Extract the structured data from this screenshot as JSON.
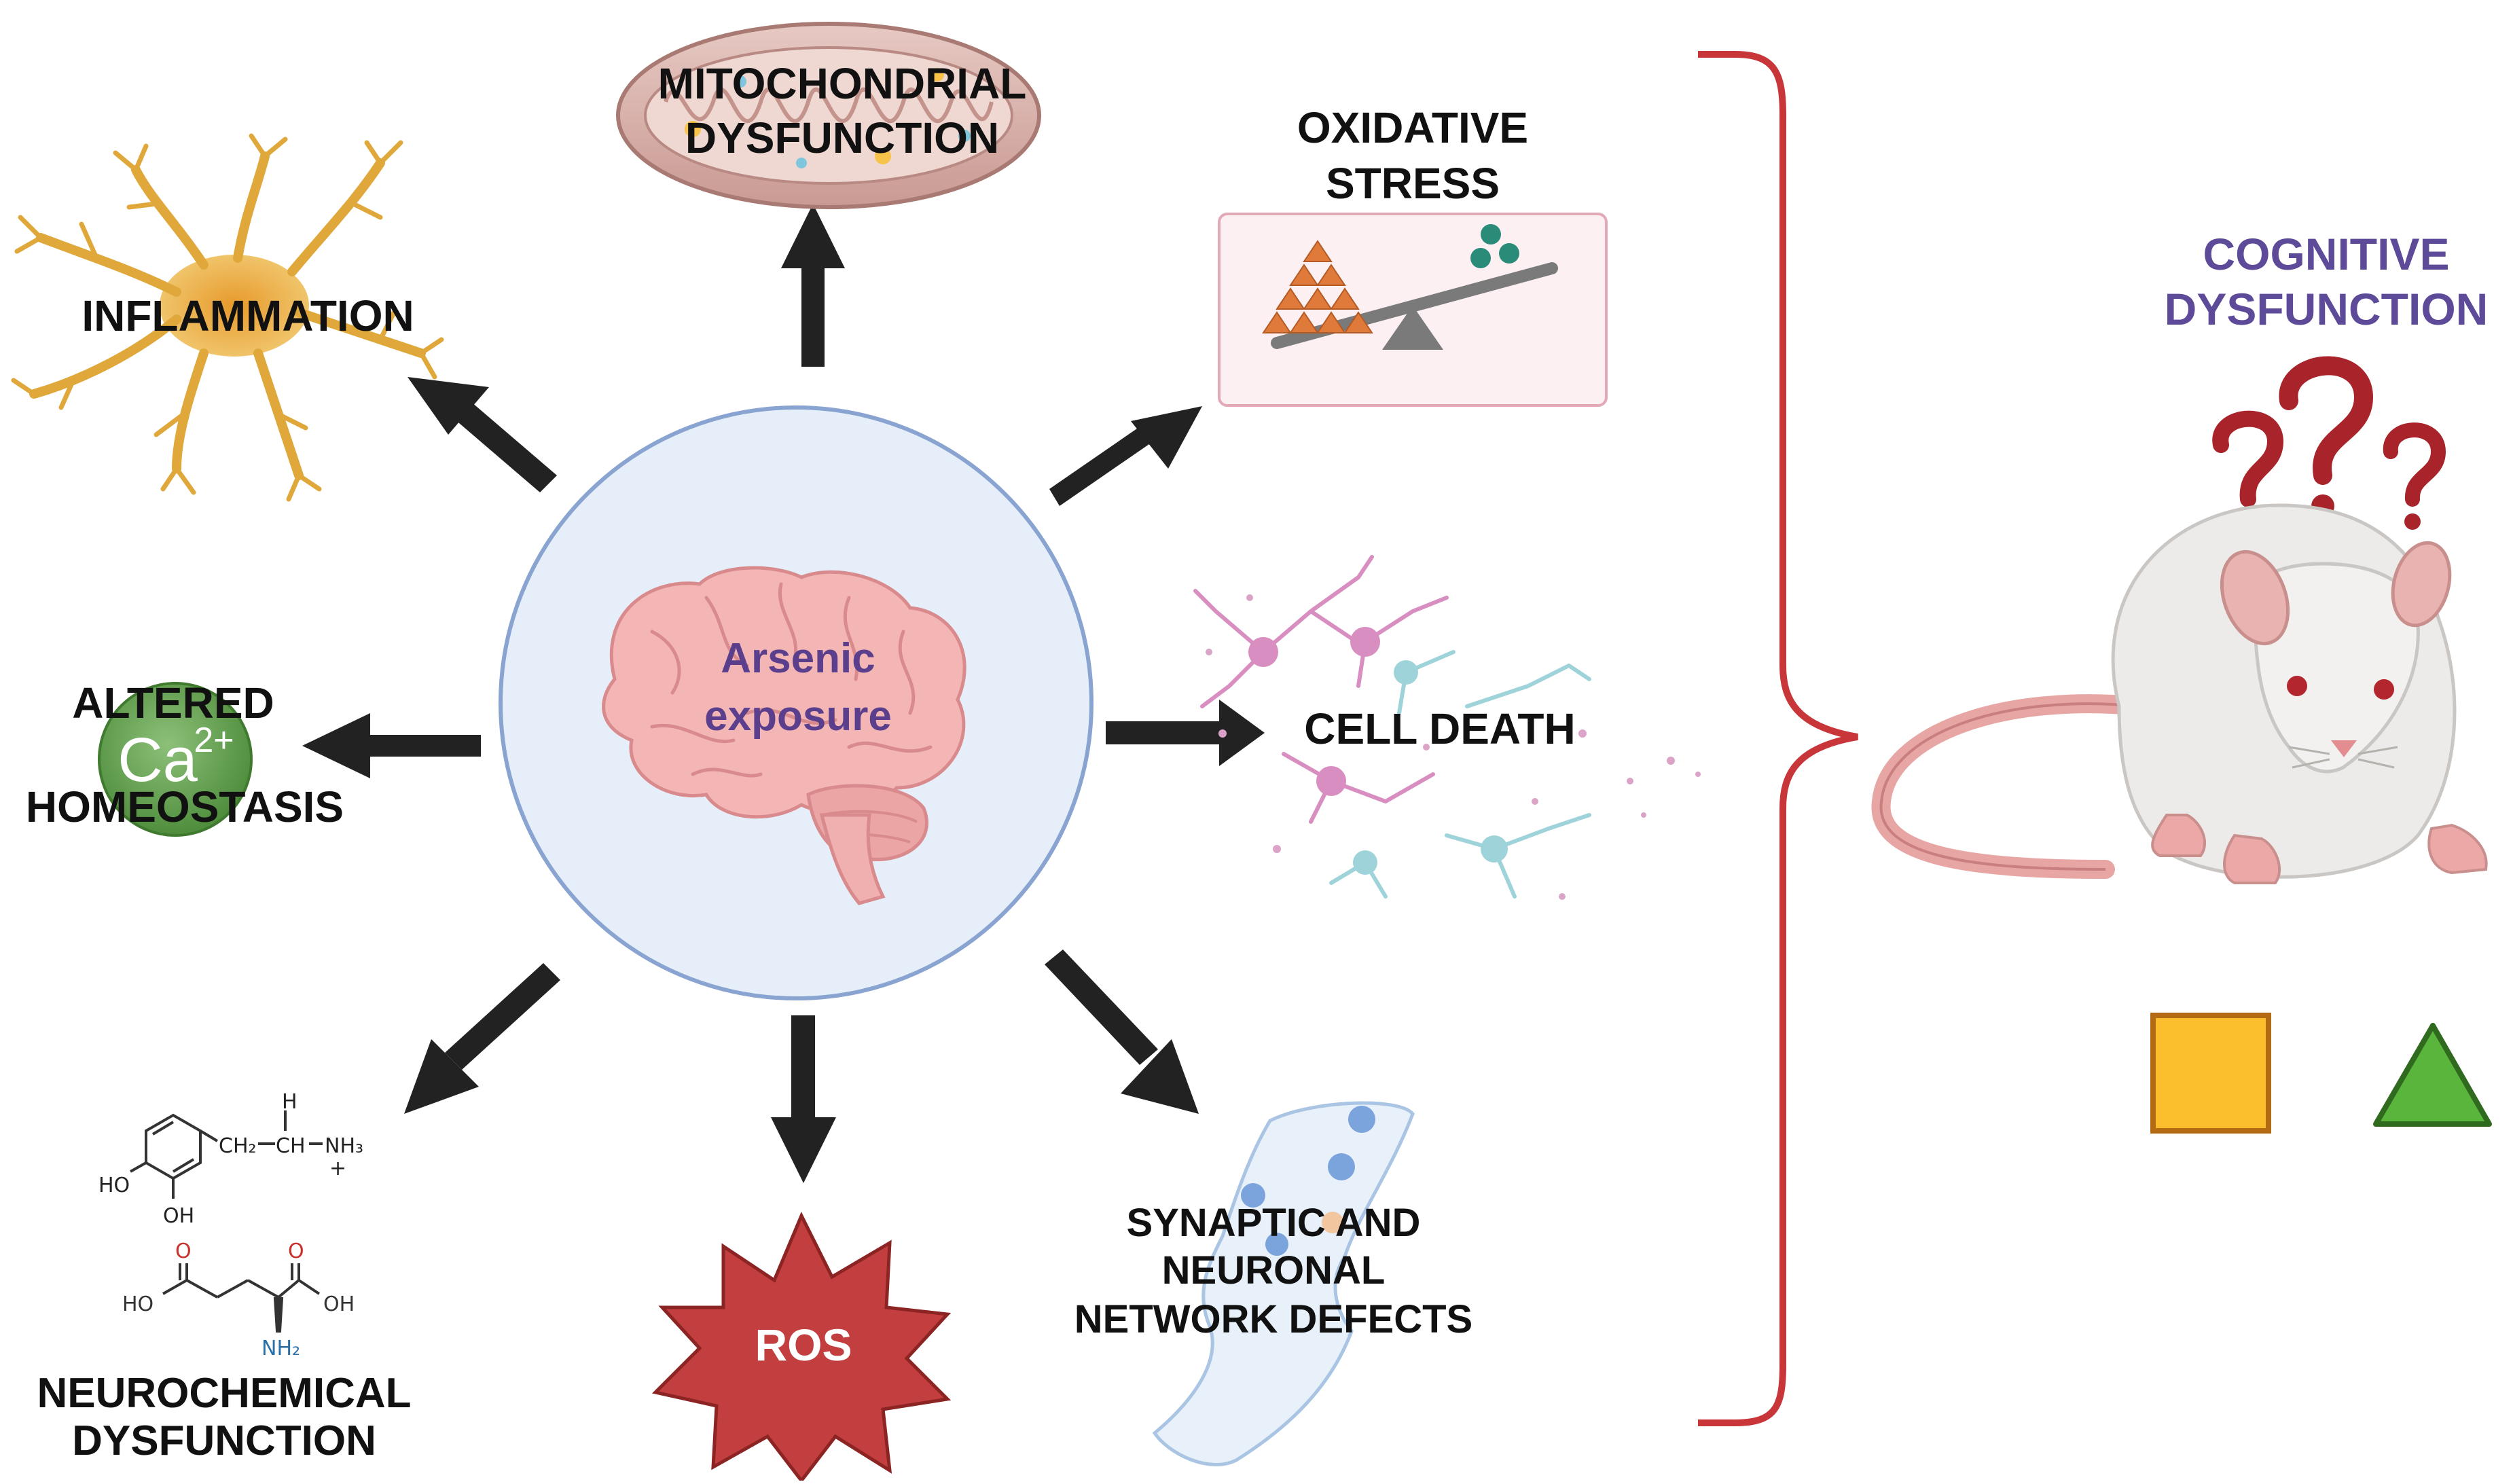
{
  "center": {
    "line1": "Arsenic",
    "line2": "exposure"
  },
  "effects": {
    "mitochondrial": {
      "line1": "MITOCHONDRIAL",
      "line2": "DYSFUNCTION"
    },
    "oxidative": {
      "line1": "OXIDATIVE",
      "line2": "STRESS"
    },
    "inflammation": {
      "line1": "INFLAMMATION"
    },
    "calcium": {
      "line1": "ALTERED",
      "line2": "HOMEOSTASIS",
      "ion": "Ca",
      "charge": "2+"
    },
    "cell_death": {
      "line1": "CELL DEATH"
    },
    "neurochemical": {
      "line1": "NEUROCHEMICAL",
      "line2": "DYSFUNCTION"
    },
    "ros": {
      "line1": "ROS"
    },
    "synaptic": {
      "line1": "SYNAPTIC AND",
      "line2": "NEURONAL",
      "line3": "NETWORK DEFECTS"
    }
  },
  "outcome": {
    "line1": "COGNITIVE",
    "line2": "DYSFUNCTION"
  },
  "chemistry": {
    "dopamine": {
      "h": "H",
      "ch2": "CH₂",
      "ch": "CH",
      "nh3": "NH₃",
      "plus": "+",
      "ho": "HO",
      "oh": "OH"
    },
    "glutamate": {
      "o1": "O",
      "o2": "O",
      "ho": "HO",
      "oh": "OH",
      "nh2": "NH₂"
    }
  },
  "colors": {
    "arrow": "#222222",
    "brace": "#c8363a",
    "circle_fill": "#e6eef9",
    "circle_stroke": "#8aa4d1",
    "center_text": "#5b3f8c",
    "outcome_text": "#5d4a99",
    "astrocyte": "#e0a83a",
    "ros_fill": "#c33f3f",
    "square_fill": "#fbbf2d",
    "triangle_fill": "#5ab53c"
  }
}
